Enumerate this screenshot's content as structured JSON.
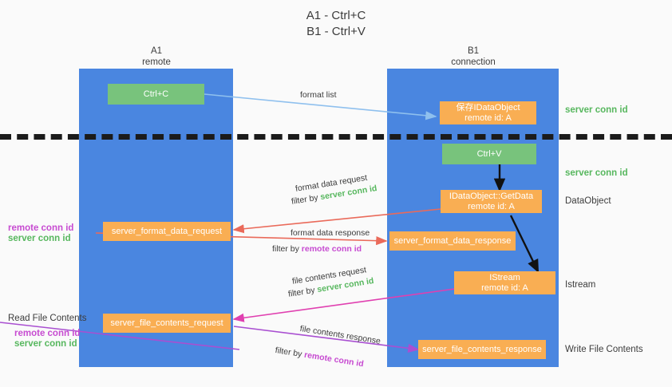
{
  "title": {
    "line1": "A1 - Ctrl+C",
    "line2": "B1 - Ctrl+V"
  },
  "lanes": [
    {
      "id": "a1",
      "name": "A1",
      "sub": "remote"
    },
    {
      "id": "b1",
      "name": "B1",
      "sub": "connection"
    }
  ],
  "boxes": {
    "ctrl_c": {
      "label": "Ctrl+C"
    },
    "save_dataobject": {
      "line1": "保存IDataObject",
      "line2": "remote id: A"
    },
    "ctrl_v": {
      "label": "Ctrl+V"
    },
    "getdata": {
      "line1": "IDataObject::GetData",
      "line2": "remote id: A"
    },
    "server_format_data_request": {
      "label": "server_format_data_request"
    },
    "server_format_data_response": {
      "label": "server_format_data_response"
    },
    "istream": {
      "line1": "IStream",
      "line2": "remote id: A"
    },
    "server_file_contents_request": {
      "label": "server_file_contents_request"
    },
    "server_file_contents_response": {
      "label": "server_file_contents_response"
    }
  },
  "right_labels": {
    "server_conn_id_1": "server conn id",
    "server_conn_id_2": "server conn id",
    "dataobject": "DataObject",
    "istream": "Istream",
    "write_file_contents": "Write File Contents"
  },
  "left_labels": {
    "remote_conn_id_1": "remote conn id",
    "server_conn_id_1": "server conn id",
    "read_file_contents": "Read File Contents",
    "remote_conn_id_2": "remote conn id",
    "server_conn_id_2": "server conn id"
  },
  "edges": {
    "format_list": "format list",
    "format_data_request": "format data request",
    "format_data_request_filter_prefix": "filter by ",
    "format_data_request_filter_value": "server conn id",
    "format_data_response": "format data response",
    "format_data_response_filter_prefix": "filter by ",
    "format_data_response_filter_value": "remote conn id",
    "file_contents_request": "file contents request",
    "file_contents_request_filter_prefix": "filter by ",
    "file_contents_request_filter_value": "server conn id",
    "file_contents_response": "file contents response",
    "file_contents_response_filter_prefix": "filter by ",
    "file_contents_response_filter_value": "remote conn id"
  },
  "colors": {
    "lane": "#4a86e0",
    "green_box": "#78c37c",
    "orange_box": "#f9ae53",
    "server_conn_id": "#57b75e",
    "remote_conn_id": "#c74bd1",
    "wire_blue": "#8fc0ee",
    "wire_red": "#ea6a5a",
    "wire_black": "#111111",
    "wire_magenta": "#e040b0",
    "wire_purple": "#a94fd1",
    "background": "#fafafa"
  }
}
